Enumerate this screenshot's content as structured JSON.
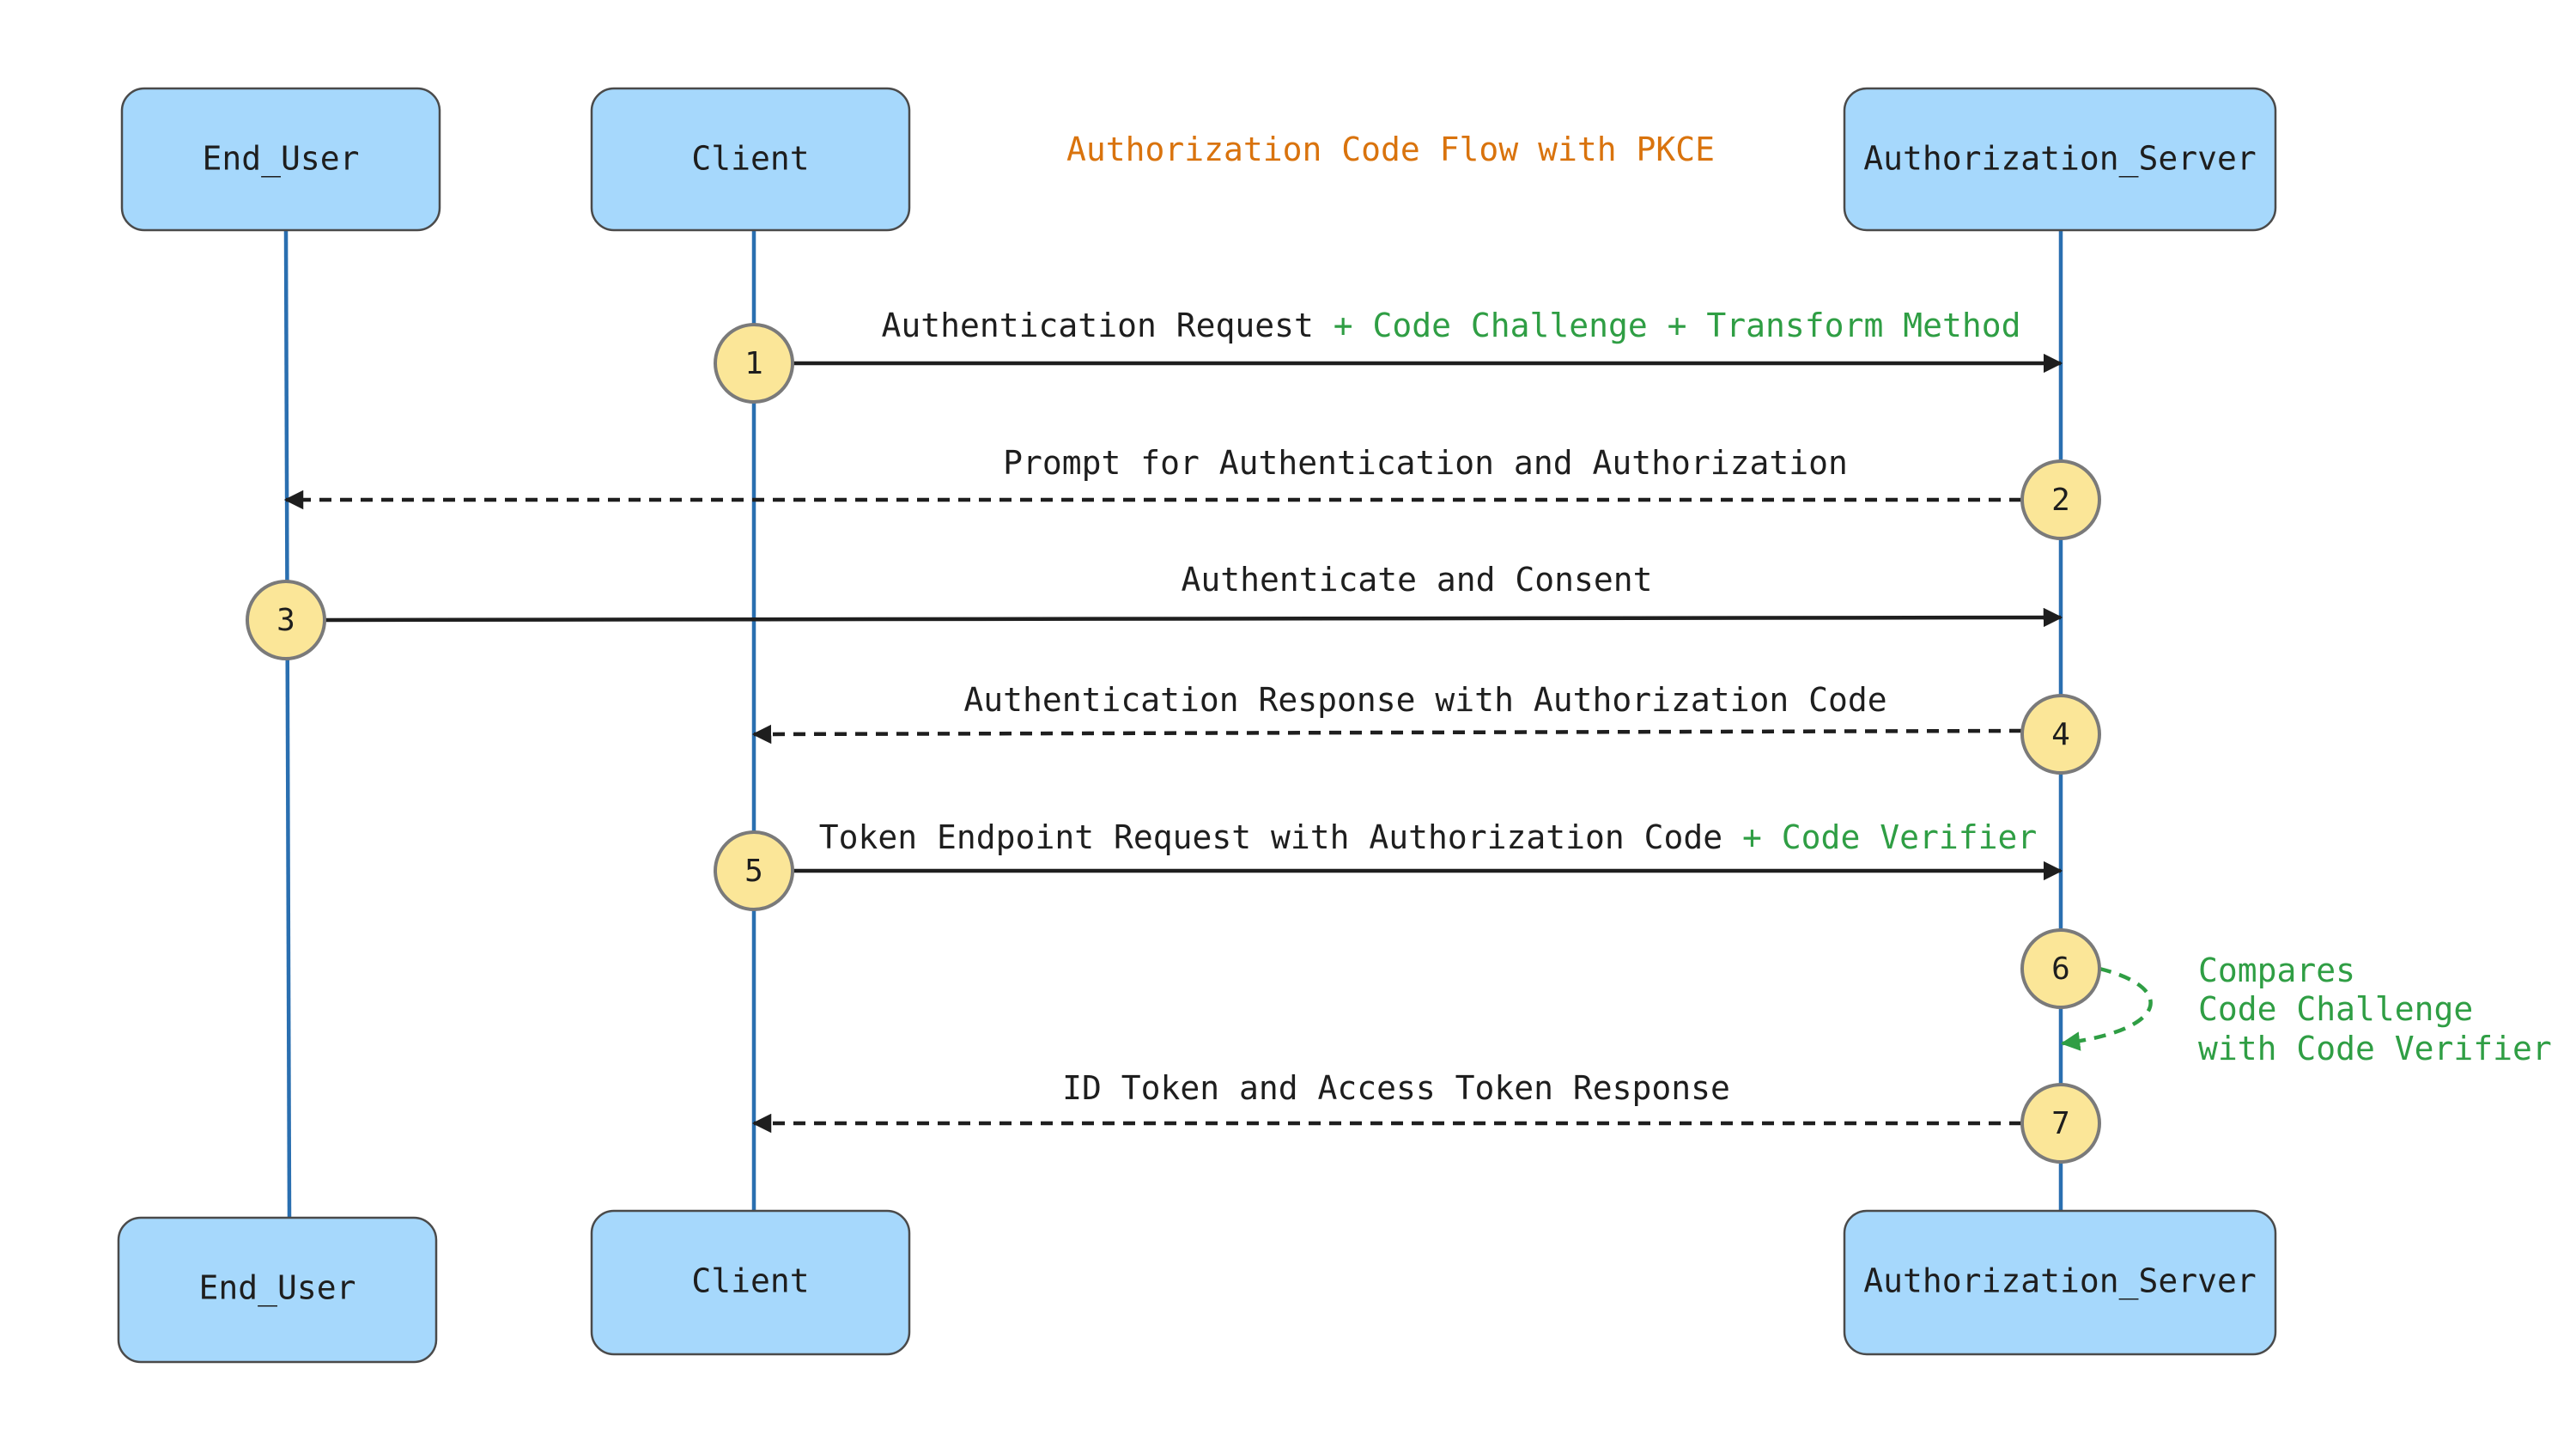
{
  "title": {
    "text": "Authorization Code Flow with PKCE",
    "color": "#d9730d"
  },
  "colors": {
    "actor_fill": "#a6d8fc",
    "lifeline": "#2a6fb0",
    "step_fill": "#fbe698",
    "highlight_green": "#2f9e44",
    "text": "#1e1e1e"
  },
  "actors": [
    {
      "label": "End_User"
    },
    {
      "label": "Client"
    },
    {
      "label": "Authorization_Server"
    }
  ],
  "steps": [
    {
      "number": "1",
      "label": "Authentication Request",
      "label_extra": " + Code Challenge + Transform Method",
      "from": "Client",
      "to": "Authorization_Server",
      "style": "solid"
    },
    {
      "number": "2",
      "label": "Prompt for Authentication and Authorization",
      "label_extra": "",
      "from": "Authorization_Server",
      "to": "End_User",
      "style": "dashed"
    },
    {
      "number": "3",
      "label": "Authenticate and Consent",
      "label_extra": "",
      "from": "End_User",
      "to": "Authorization_Server",
      "style": "solid"
    },
    {
      "number": "4",
      "label": "Authentication Response with Authorization Code",
      "label_extra": "",
      "from": "Authorization_Server",
      "to": "Client",
      "style": "dashed"
    },
    {
      "number": "5",
      "label": "Token Endpoint Request with Authorization Code",
      "label_extra": " + Code Verifier",
      "from": "Client",
      "to": "Authorization_Server",
      "style": "solid"
    },
    {
      "number": "6",
      "label": "",
      "label_extra": "",
      "from": "Authorization_Server",
      "to": "Authorization_Server",
      "style": "dashed-self",
      "note": [
        "Compares",
        "Code Challenge",
        "with Code Verifier"
      ]
    },
    {
      "number": "7",
      "label": "ID Token and Access Token Response",
      "label_extra": "",
      "from": "Authorization_Server",
      "to": "Client",
      "style": "dashed"
    }
  ]
}
